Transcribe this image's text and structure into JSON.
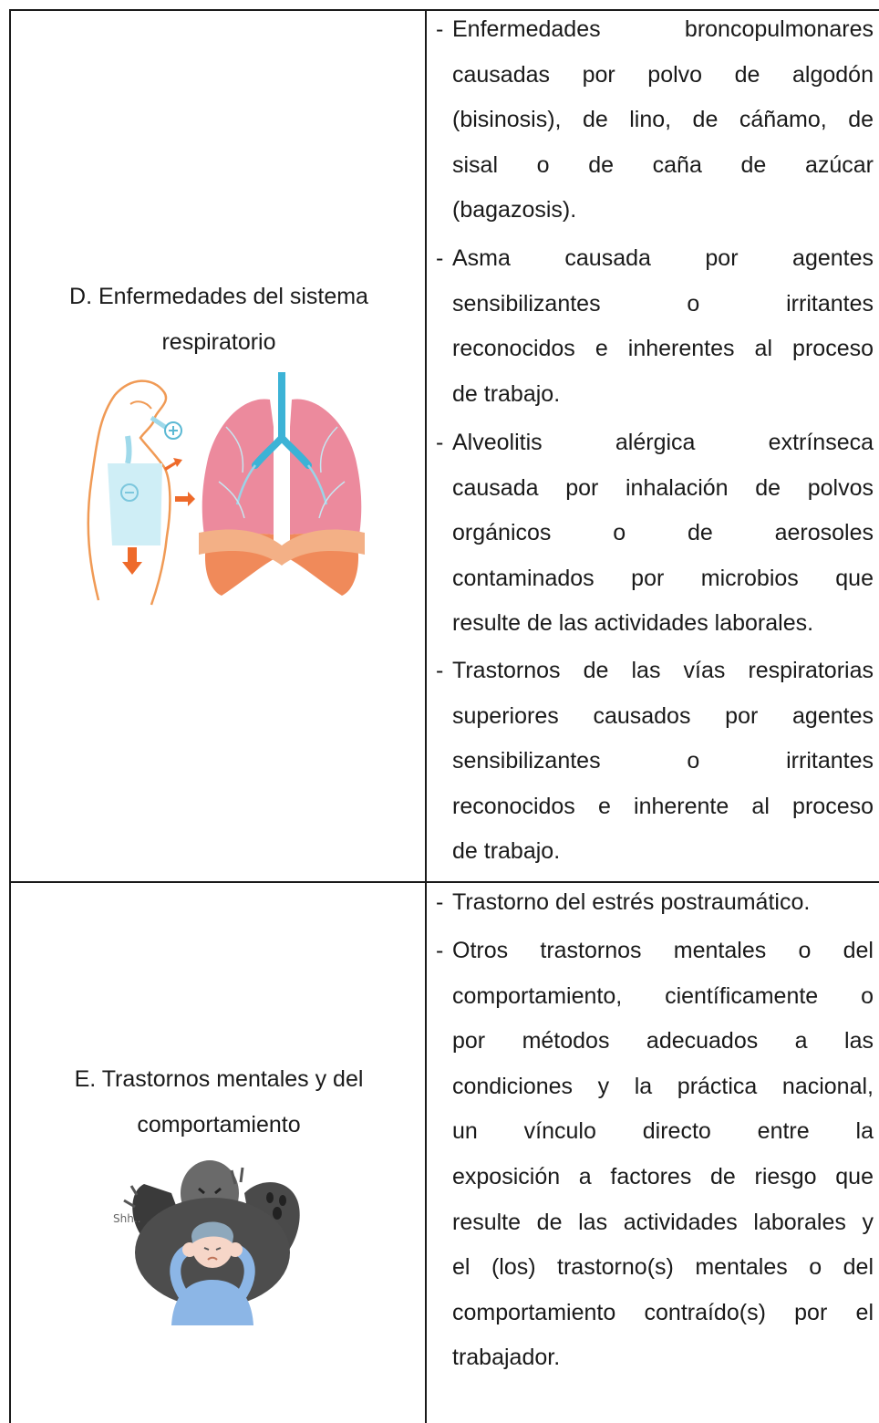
{
  "rows": [
    {
      "category": {
        "line1": "D.  Enfermedades del sistema",
        "line2": "respiratorio",
        "illustration": "respiratory-system-illustration"
      },
      "items": [
        [
          "Enfermedades broncopulmonares",
          "causadas por polvo de algodón",
          "(bisinosis), de lino, de cáñamo, de",
          "sisal o de caña de azúcar",
          "(bagazosis)."
        ],
        [
          "Asma causada por agentes",
          "sensibilizantes o irritantes",
          "reconocidos e inherentes al proceso",
          "de trabajo."
        ],
        [
          "Alveolitis alérgica extrínseca",
          "causada por inhalación de polvos",
          "orgánicos o de aerosoles",
          "contaminados por microbios que",
          "resulte de las actividades laborales."
        ],
        [
          "Trastornos de las vías respiratorias",
          "superiores causados por agentes",
          "sensibilizantes o irritantes",
          "reconocidos e inherente al proceso",
          "de trabajo."
        ]
      ]
    },
    {
      "category": {
        "line1": "E.  Trastornos mentales y del",
        "line2": "comportamiento",
        "illustration": "anxious-person-illustration",
        "illustration_text": "Shh.."
      },
      "items": [
        [
          "Trastorno del estrés postraumático."
        ],
        [
          "Otros trastornos mentales o del",
          "comportamiento, científicamente o",
          "por métodos adecuados a las",
          "condiciones y la práctica nacional,",
          "un vínculo directo entre la",
          "exposición a factores de riesgo que",
          "resulte de las actividades laborales y",
          "el (los) trastorno(s) mentales o del",
          "comportamiento contraído(s) por el",
          "trabajador."
        ]
      ]
    }
  ],
  "bullet": "-"
}
